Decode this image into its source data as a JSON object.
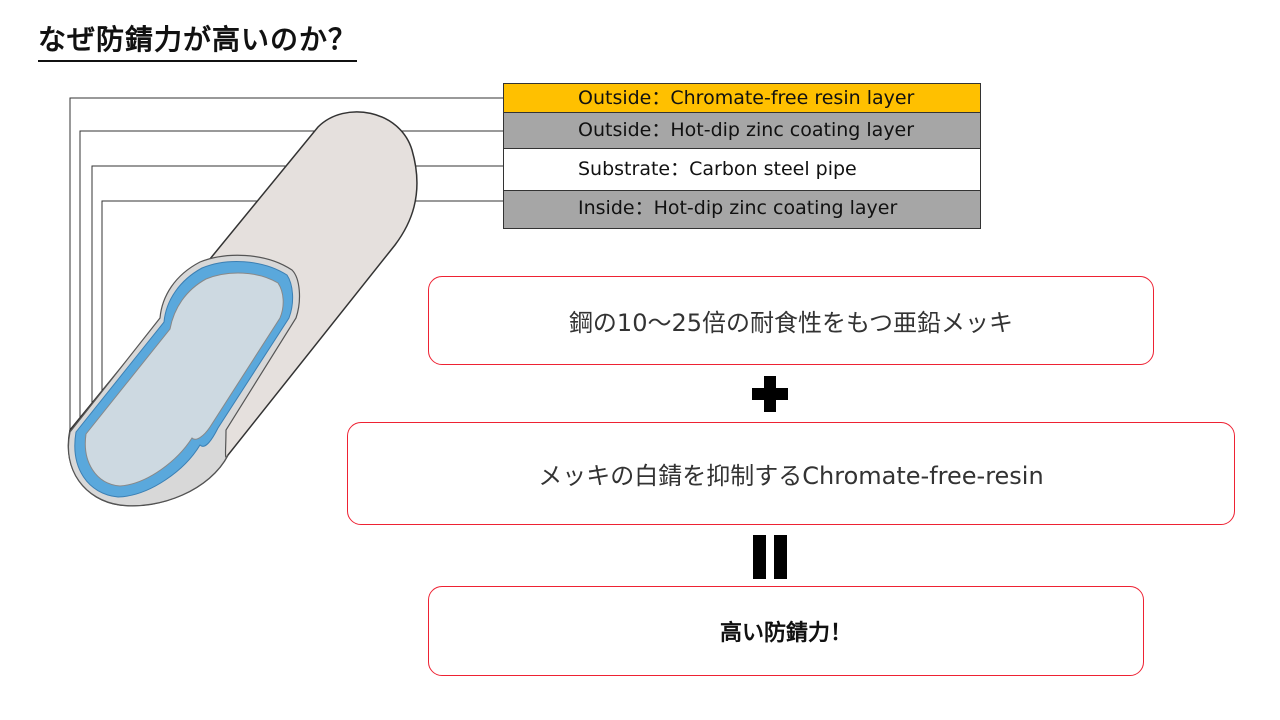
{
  "title": "なぜ防錆力が高いのか？",
  "legend": [
    {
      "label": "Outside：Chromate-free resin layer",
      "color": "#ffc000"
    },
    {
      "label": "Outside：Hot-dip zinc coating layer",
      "color": "#a6a6a6"
    },
    {
      "label": "Substrate：Carbon steel pipe",
      "color": "#ffffff"
    },
    {
      "label": "Inside：Hot-dip zinc coating layer",
      "color": "#a6a6a6"
    }
  ],
  "boxes": {
    "zinc_plating": "鋼の10～25倍の耐食性をもつ亜鉛メッキ",
    "resin": "メッキの白錆を抑制するChromate-free-resin",
    "result": "高い防錆力！"
  },
  "colors": {
    "accent_border": "#ee2233",
    "pipe_body": "#e5e0dd",
    "pipe_inner": "#cdd9e1",
    "zinc_blue": "#5aa8dc"
  },
  "icons": {
    "plus": "plus-sign",
    "equals": "equals-sign"
  }
}
